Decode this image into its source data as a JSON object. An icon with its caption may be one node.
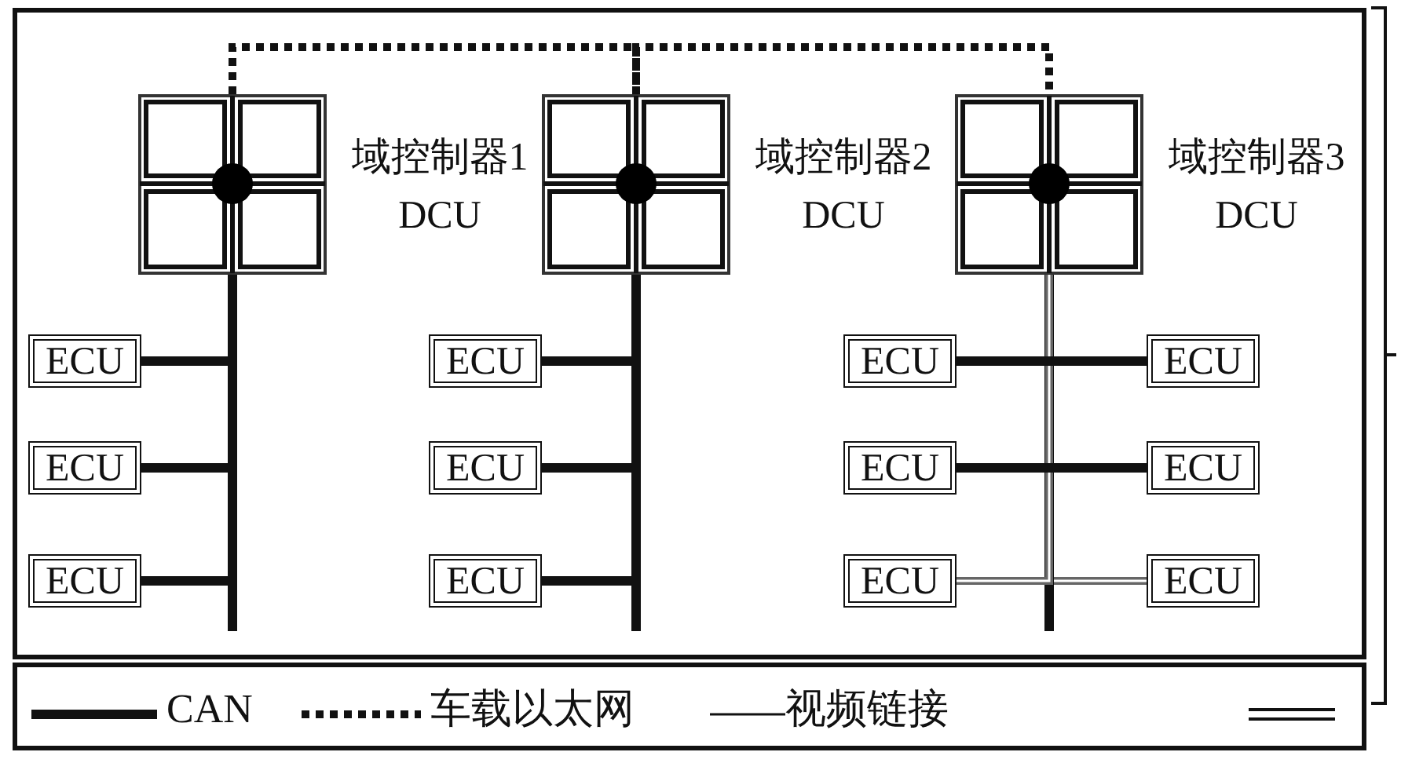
{
  "diagram": {
    "nodes": [
      {
        "text": [
          "域控制器1",
          "DCU"
        ]
      },
      {
        "text": [
          "域控制器2",
          "DCU"
        ]
      },
      {
        "text": [
          "域控制器3",
          "DCU"
        ]
      },
      {
        "text": [
          "ECU"
        ]
      },
      {
        "text": [
          "ECU"
        ]
      },
      {
        "text": [
          "ECU"
        ]
      },
      {
        "text": [
          "ECU"
        ]
      },
      {
        "text": [
          "ECU"
        ]
      },
      {
        "text": [
          "ECU"
        ]
      },
      {
        "text": [
          "ECU"
        ]
      },
      {
        "text": [
          "ECU"
        ]
      },
      {
        "text": [
          "ECU"
        ]
      },
      {
        "text": [
          "ECU"
        ]
      },
      {
        "text": [
          "ECU"
        ]
      },
      {
        "text": [
          "ECU"
        ]
      }
    ],
    "edges": [
      {
        "from": 0,
        "to": 1,
        "arrow": "none",
        "style": "dashed"
      },
      {
        "from": 1,
        "to": 2,
        "arrow": "none",
        "style": "dashed"
      },
      {
        "from": 0,
        "to": 3,
        "arrow": "none"
      },
      {
        "from": 0,
        "to": 7,
        "arrow": "none"
      },
      {
        "from": 0,
        "to": 11,
        "arrow": "none"
      },
      {
        "from": 1,
        "to": 4,
        "arrow": "none"
      },
      {
        "from": 1,
        "to": 8,
        "arrow": "none"
      },
      {
        "from": 1,
        "to": 12,
        "arrow": "none"
      },
      {
        "from": 2,
        "to": 5,
        "arrow": "none"
      },
      {
        "from": 2,
        "to": 6,
        "arrow": "none"
      },
      {
        "from": 2,
        "to": 9,
        "arrow": "none"
      },
      {
        "from": 2,
        "to": 10,
        "arrow": "none"
      },
      {
        "from": 2,
        "to": 13,
        "arrow": "none",
        "color": "#666666"
      },
      {
        "from": 2,
        "to": 14,
        "arrow": "none",
        "color": "#666666"
      }
    ],
    "legend": [
      {
        "text": "CAN"
      },
      {
        "text": "车载以太网"
      },
      {
        "text": "视频链接"
      }
    ]
  }
}
